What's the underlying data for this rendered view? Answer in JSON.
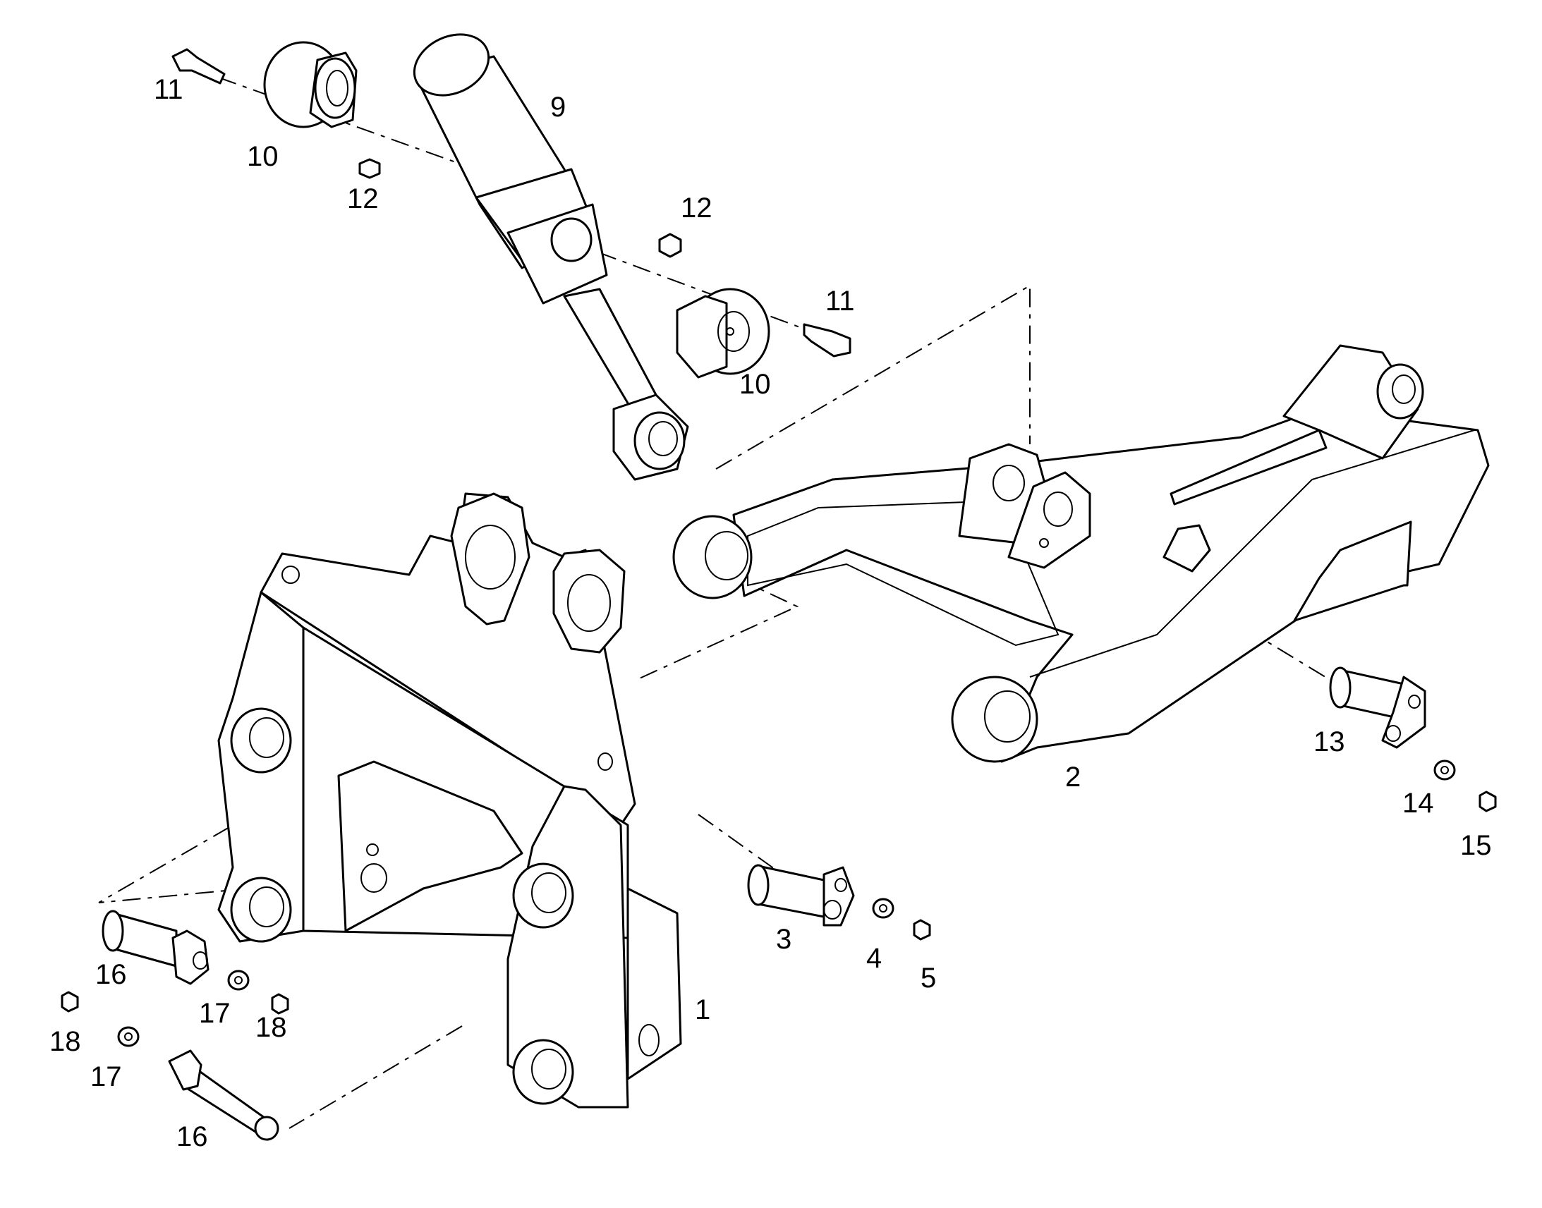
{
  "colors": {
    "line": "#000000",
    "background": "#ffffff",
    "shade": "#d9d9d9"
  },
  "callouts": [
    {
      "id": "c11a",
      "text": "11"
    },
    {
      "id": "c10a",
      "text": "10"
    },
    {
      "id": "c12a",
      "text": "12"
    },
    {
      "id": "c9",
      "text": "9"
    },
    {
      "id": "c12b",
      "text": "12"
    },
    {
      "id": "c11b",
      "text": "11"
    },
    {
      "id": "c10b",
      "text": "10"
    },
    {
      "id": "c13",
      "text": "13"
    },
    {
      "id": "c2",
      "text": "2"
    },
    {
      "id": "c14",
      "text": "14"
    },
    {
      "id": "c15",
      "text": "15"
    },
    {
      "id": "c3",
      "text": "3"
    },
    {
      "id": "c4",
      "text": "4"
    },
    {
      "id": "c5",
      "text": "5"
    },
    {
      "id": "c16a",
      "text": "16"
    },
    {
      "id": "c17a",
      "text": "17"
    },
    {
      "id": "c18a",
      "text": "18"
    },
    {
      "id": "c1",
      "text": "1"
    },
    {
      "id": "c18b",
      "text": "18"
    },
    {
      "id": "c17b",
      "text": "17"
    },
    {
      "id": "c16b",
      "text": "16"
    }
  ]
}
